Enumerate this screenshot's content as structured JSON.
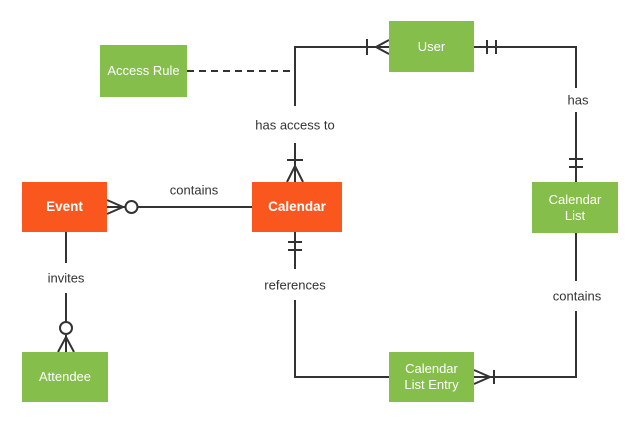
{
  "diagram": {
    "type": "entity-relationship",
    "colors": {
      "entity_green": "#86BE4B",
      "entity_orange": "#FA571E",
      "line": "#333333",
      "label_text": "#333333",
      "entity_text": "#FFFFFF",
      "background": "#FFFFFF"
    },
    "entities": {
      "access_rule": {
        "label": "Access Rule",
        "color": "#86BE4B"
      },
      "user": {
        "label": "User",
        "color": "#86BE4B"
      },
      "event": {
        "label": "Event",
        "color": "#FA571E"
      },
      "calendar": {
        "label": "Calendar",
        "color": "#FA571E"
      },
      "calendar_list": {
        "label": "Calendar List",
        "color": "#86BE4B"
      },
      "attendee": {
        "label": "Attendee",
        "color": "#86BE4B"
      },
      "calendar_list_entry": {
        "label": "Calendar List Entry",
        "color": "#86BE4B"
      }
    },
    "relationship_labels": {
      "has_access_to": "has access to",
      "has": "has",
      "contains_event_calendar": "contains",
      "invites": "invites",
      "references": "references",
      "contains_list_entry": "contains"
    }
  }
}
